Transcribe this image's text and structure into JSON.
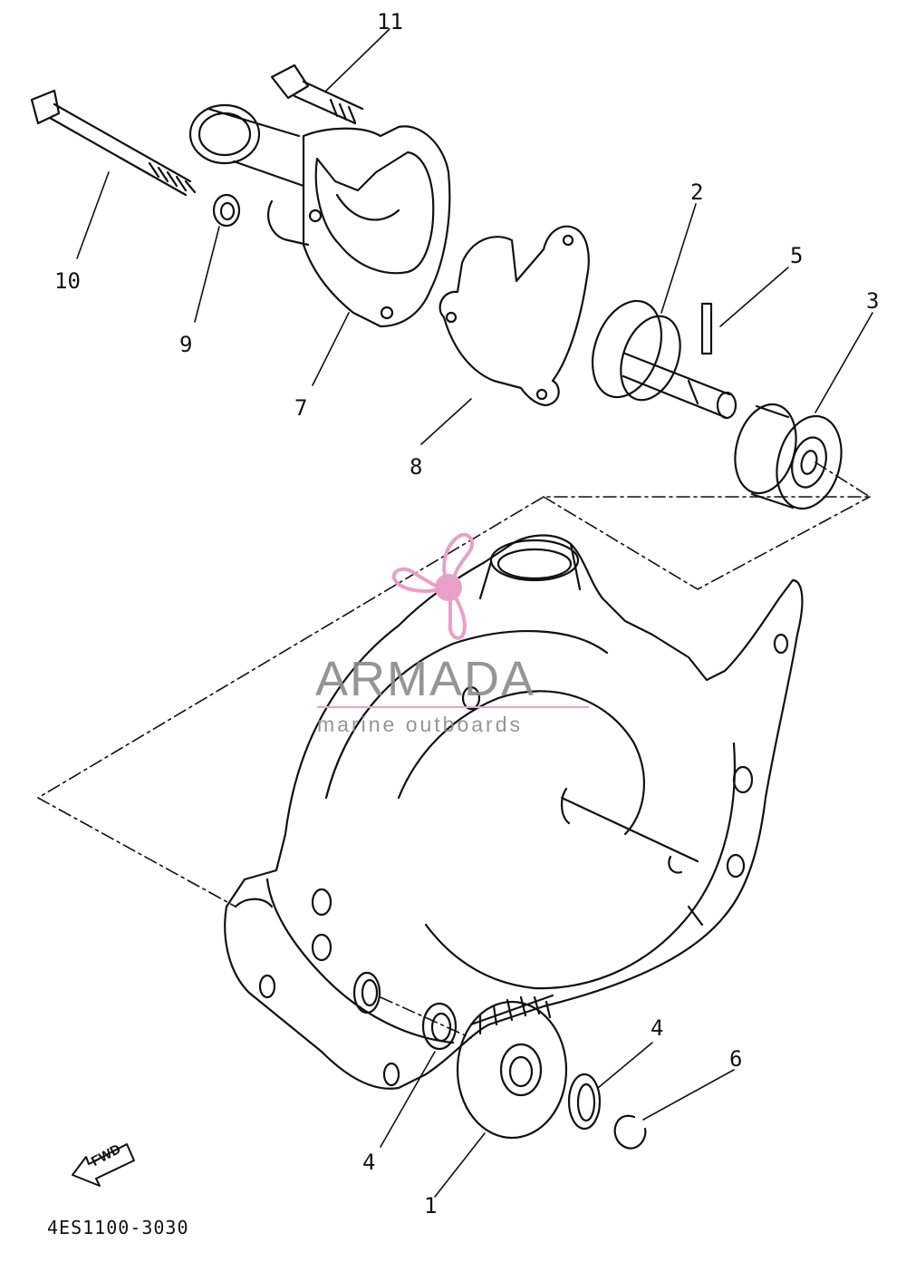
{
  "diagram": {
    "part_code": "4ES1100-3030",
    "fwd_label": "FWD",
    "callouts": [
      {
        "id": "1",
        "text": "1"
      },
      {
        "id": "2",
        "text": "2"
      },
      {
        "id": "3",
        "text": "3"
      },
      {
        "id": "4a",
        "text": "4"
      },
      {
        "id": "4b",
        "text": "4"
      },
      {
        "id": "5",
        "text": "5"
      },
      {
        "id": "6",
        "text": "6"
      },
      {
        "id": "7",
        "text": "7"
      },
      {
        "id": "8",
        "text": "8"
      },
      {
        "id": "9",
        "text": "9"
      },
      {
        "id": "10",
        "text": "10"
      },
      {
        "id": "11",
        "text": "11"
      }
    ]
  },
  "watermark": {
    "title": "ARMADA",
    "subtitle": "marine outboards",
    "logo_color": "#e8a0c8",
    "text_color": "#8a8a8a"
  }
}
